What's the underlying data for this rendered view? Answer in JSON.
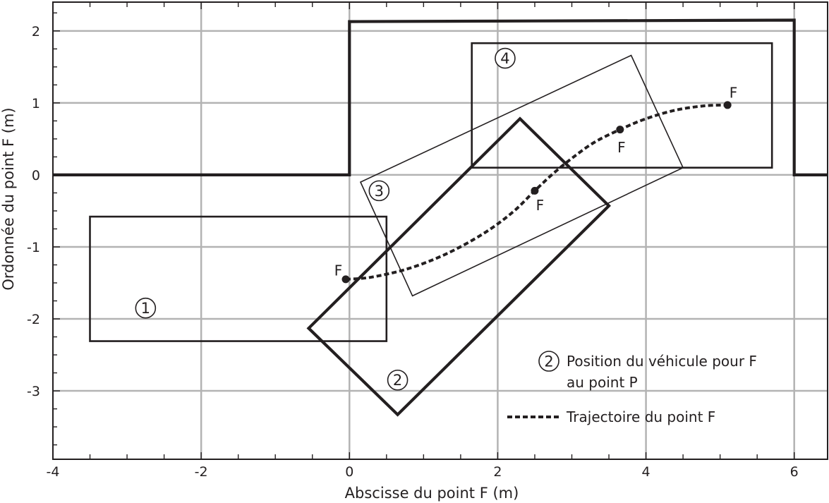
{
  "chart_data": {
    "type": "line",
    "xlabel": "Abscisse du point F (m)",
    "ylabel": "Ordonnée du point F (m)",
    "xlim": [
      -4,
      6.45
    ],
    "ylim": [
      -3.95,
      2.4
    ],
    "grid": true,
    "x_ticks": [
      -4,
      -2,
      0,
      2,
      4,
      6
    ],
    "y_ticks": [
      2,
      1,
      0,
      -1,
      -2,
      -3
    ],
    "x_tick_labels": [
      "-4",
      "-2",
      "0",
      "2",
      "4",
      "6"
    ],
    "y_tick_labels": [
      "2",
      "1",
      "0",
      "-1",
      "-2",
      "-3"
    ],
    "parking_outline": [
      [
        -4,
        0
      ],
      [
        0,
        0
      ],
      [
        0,
        2.13
      ],
      [
        6,
        2.15
      ],
      [
        6,
        0
      ],
      [
        6.45,
        0
      ]
    ],
    "vehicle_positions": [
      {
        "label": "1",
        "corners": [
          [
            -3.5,
            -0.58
          ],
          [
            0.5,
            -0.58
          ],
          [
            0.5,
            -2.31
          ],
          [
            -3.5,
            -2.31
          ]
        ],
        "label_at": [
          -2.75,
          -1.85
        ],
        "weight": "medium"
      },
      {
        "label": "2",
        "corners": [
          [
            2.3,
            0.78
          ],
          [
            3.5,
            -0.43
          ],
          [
            0.65,
            -3.33
          ],
          [
            -0.55,
            -2.13
          ]
        ],
        "label_at": [
          0.65,
          -2.85
        ],
        "weight": "heavy"
      },
      {
        "label": "3",
        "corners": [
          [
            0.15,
            -0.1
          ],
          [
            3.8,
            1.66
          ],
          [
            4.5,
            0.1
          ],
          [
            0.85,
            -1.68
          ]
        ],
        "label_at": [
          0.4,
          -0.22
        ],
        "weight": "light"
      },
      {
        "label": "4",
        "corners": [
          [
            1.65,
            1.83
          ],
          [
            5.7,
            1.83
          ],
          [
            5.7,
            0.1
          ],
          [
            1.65,
            0.1
          ]
        ],
        "label_at": [
          2.1,
          1.62
        ],
        "weight": "medium"
      }
    ],
    "series": [
      {
        "name": "Trajectoire du point F",
        "style": "dotted",
        "x": [
          -0.05,
          0.3,
          0.8,
          1.3,
          1.8,
          2.2,
          2.5,
          2.75,
          3.0,
          3.3,
          3.65,
          4.0,
          4.4,
          4.8,
          5.1
        ],
        "y": [
          -1.45,
          -1.42,
          -1.3,
          -1.1,
          -0.82,
          -0.52,
          -0.22,
          0.02,
          0.23,
          0.45,
          0.63,
          0.78,
          0.9,
          0.96,
          0.97
        ]
      }
    ],
    "points": [
      {
        "label": "F",
        "x": -0.05,
        "y": -1.45,
        "label_dx": -0.1,
        "label_dy": 0.12
      },
      {
        "label": "F",
        "x": 2.5,
        "y": -0.22,
        "label_dx": 0.07,
        "label_dy": -0.2
      },
      {
        "label": "F",
        "x": 3.65,
        "y": 0.63,
        "label_dx": 0.02,
        "label_dy": -0.25
      },
      {
        "label": "F",
        "x": 5.1,
        "y": 0.97,
        "label_dx": 0.08,
        "label_dy": 0.17
      }
    ],
    "legend": {
      "placement": "bottom-right",
      "entries": [
        {
          "marker": "2",
          "text_line1": "Position du véhicule pour F",
          "text_line2": "au point P"
        },
        {
          "marker": "dotted-line",
          "text_line1": "Trajectoire du point F"
        }
      ]
    },
    "colors": {
      "ink": "#231f20",
      "grid": "#b3b3b3",
      "minor_tick": "#231f20"
    }
  }
}
